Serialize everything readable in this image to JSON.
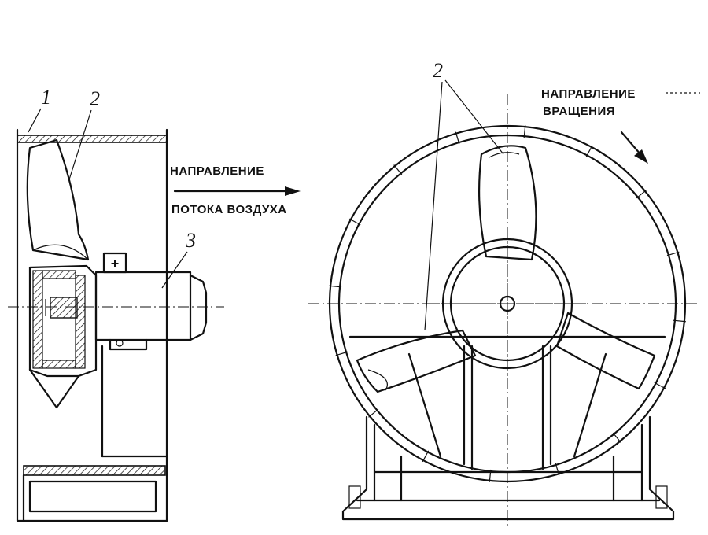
{
  "labels": {
    "part_1": "1",
    "part_2_side": "2",
    "part_3": "3",
    "part_2_front": "2",
    "airflow_line1": "НАПРАВЛЕНИЕ",
    "airflow_line2": "ПОТОКА ВОЗДУХА",
    "rotation_line1": "НАПРАВЛЕНИЕ",
    "rotation_line2": "ВРАЩЕНИЯ",
    "motor_terminal": "+"
  },
  "colors": {
    "ink": "#111111",
    "paper": "#ffffff"
  }
}
